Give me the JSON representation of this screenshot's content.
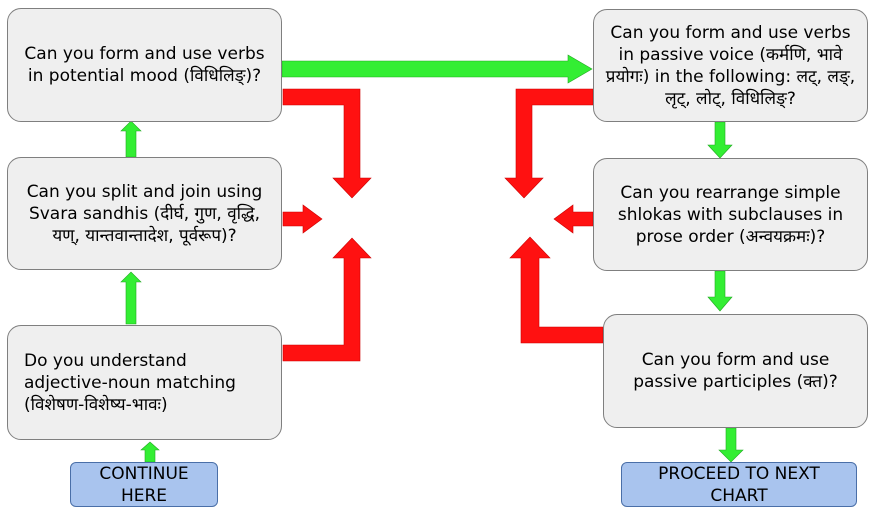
{
  "colors": {
    "box_fill": "#efefef",
    "box_border": "#7f7f7f",
    "nav_fill": "#a9c4ee",
    "arrow_green": "#33ee33",
    "arrow_red": "#ff1111"
  },
  "boxes": {
    "potential_mood": "Can you form and use verbs in potential mood (विधिलिङ्)?",
    "svara_sandhi": "Can you split and join using Svara sandhis (दीर्घ, गुण, वृद्धि, यण्, यान्तवान्तादेश, पूर्वरूप)?",
    "adjective_noun": "Do you understand adjective-noun matching (विशेषण-विशेष्य-भावः)",
    "passive_voice": "Can you form and use verbs in passive voice (कर्मणि, भावे प्रयोगः) in the following: लट्, लङ्, लृट्, लोट्, विधिलिङ्?",
    "shlokas": "Can you rearrange simple shlokas with subclauses in prose order (अन्वयक्रमः)?",
    "participles": "Can you form and use passive participles (क्त)?"
  },
  "nav": {
    "continue": "CONTINUE HERE",
    "proceed": "PROCEED TO NEXT CHART"
  }
}
